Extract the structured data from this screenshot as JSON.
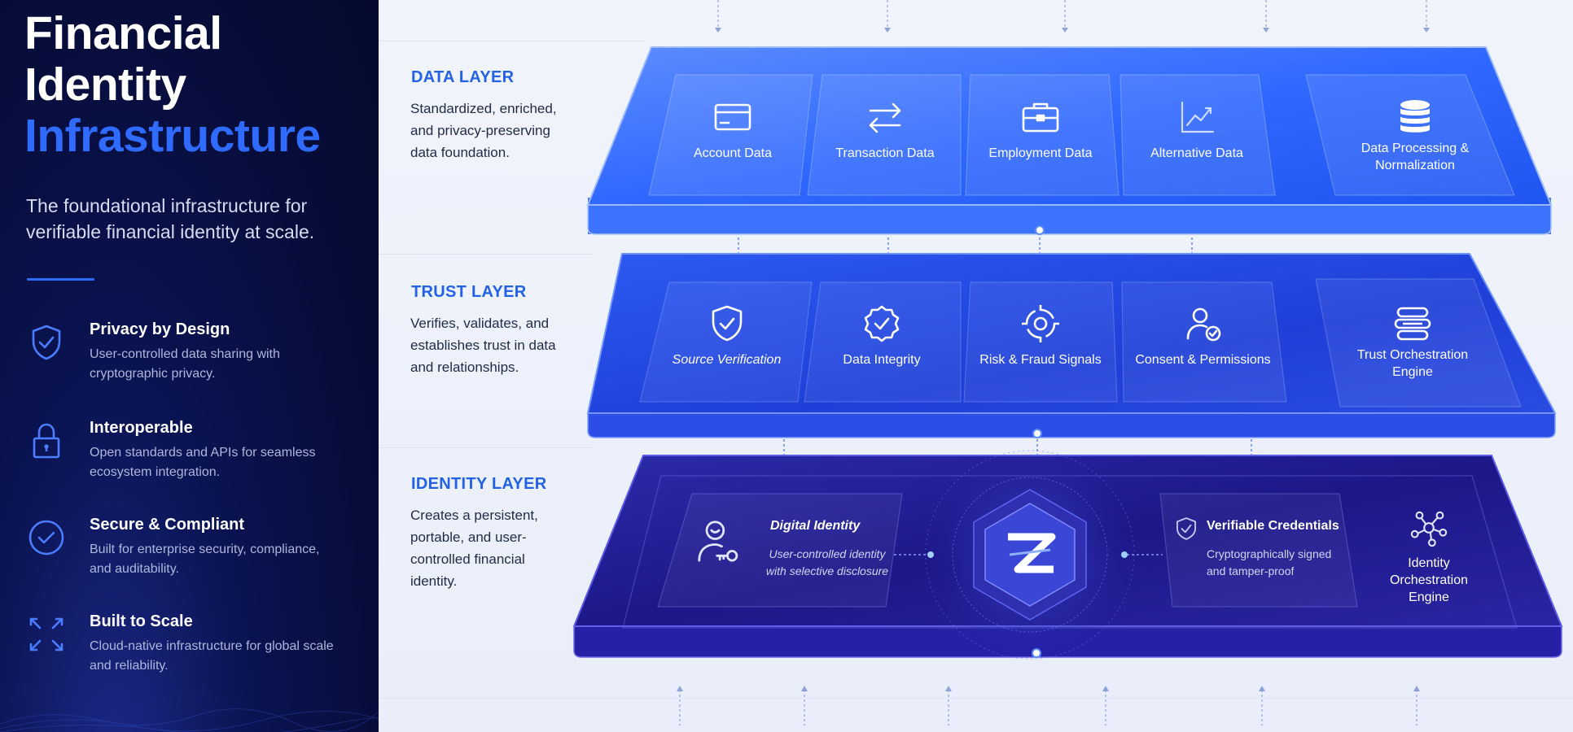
{
  "sidebar": {
    "title_line1": "Financial",
    "title_line2": "Identity",
    "title_highlight": "Infrastructure",
    "subtitle": "The foundational infrastructure for verifiable financial identity at scale.",
    "features": [
      {
        "icon": "shield-check-icon",
        "title": "Privacy by Design",
        "desc": "User-controlled data sharing with cryptographic privacy."
      },
      {
        "icon": "padlock-icon",
        "title": "Interoperable",
        "desc": "Open standards and APIs for seamless ecosystem integration."
      },
      {
        "icon": "check-circle-icon",
        "title": "Secure & Compliant",
        "desc": "Built for enterprise security, compliance, and auditability."
      },
      {
        "icon": "expand-arrows-icon",
        "title": "Built to Scale",
        "desc": "Cloud-native infrastructure for global scale and reliability."
      }
    ]
  },
  "layers": {
    "data": {
      "title": "DATA LAYER",
      "desc": "Standardized, enriched, and privacy-preserving data foundation.",
      "modules": [
        {
          "icon": "credit-card-icon",
          "label": "Account Data"
        },
        {
          "icon": "transfer-arrows-icon",
          "label": "Transaction Data"
        },
        {
          "icon": "briefcase-icon",
          "label": "Employment Data"
        },
        {
          "icon": "trend-chart-icon",
          "label": "Alternative Data"
        },
        {
          "icon": "database-icon",
          "label": "Data Processing & Normalization"
        }
      ]
    },
    "trust": {
      "title": "TRUST LAYER",
      "desc": "Verifies, validates, and establishes trust in data and relationships.",
      "modules": [
        {
          "icon": "shield-check-icon",
          "label": "Source Verification"
        },
        {
          "icon": "badge-check-icon",
          "label": "Data Integrity"
        },
        {
          "icon": "target-icon",
          "label": "Risk & Fraud Signals"
        },
        {
          "icon": "user-check-icon",
          "label": "Consent & Permissions"
        },
        {
          "icon": "stack-layers-icon",
          "label": "Trust Orchestration Engine"
        }
      ]
    },
    "identity": {
      "title": "IDENTITY LAYER",
      "desc": "Creates a persistent, portable, and user-controlled financial identity.",
      "digital_identity": {
        "icon": "user-key-icon",
        "title": "Digital Identity",
        "desc": "User-controlled identity with selective disclosure"
      },
      "core_icon": "z-logo-icon",
      "credentials": {
        "icon": "badge-check-icon",
        "title": "Verifiable Credentials",
        "desc": "Cryptographically signed and tamper-proof"
      },
      "orchestration": {
        "icon": "network-nodes-icon",
        "label": "Identity Orchestration Engine"
      }
    }
  },
  "colors": {
    "accent": "#2f6bff",
    "sidebar_bg": "#070d3a",
    "data_plate": "#2b63ff",
    "trust_plate": "#1f3fe0",
    "identity_plate": "#241b9c"
  }
}
